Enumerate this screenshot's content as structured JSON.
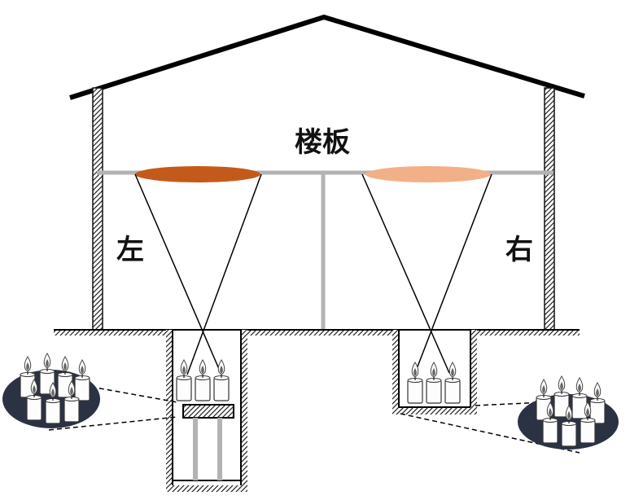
{
  "labels": {
    "floor": "楼板",
    "left": "左",
    "right": "右"
  },
  "colors": {
    "left_spot": "#c45a1a",
    "right_spot": "#f2b088",
    "structure": "#000000",
    "beam": "#b3b3b3",
    "candle_group_bg": "#2b3244"
  }
}
